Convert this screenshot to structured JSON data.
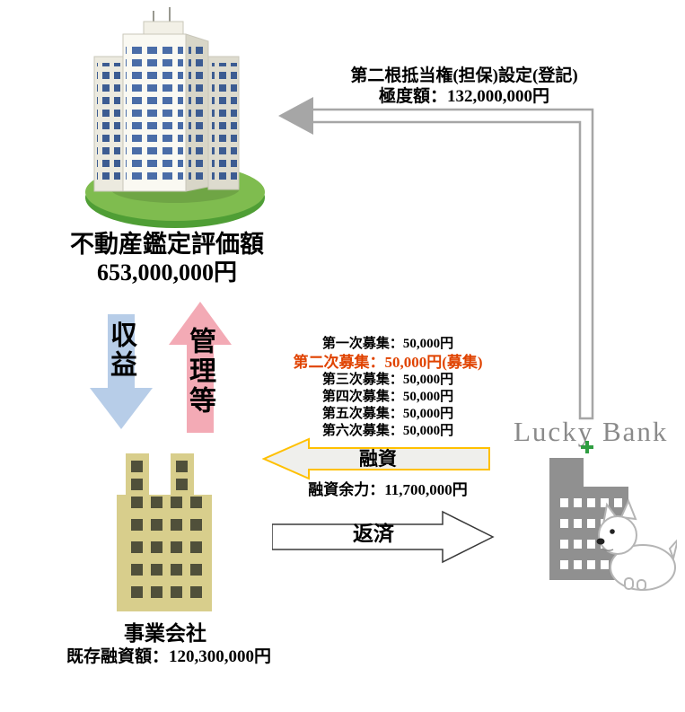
{
  "property": {
    "appraisal_title": "不動産鑑定評価額",
    "appraisal_value": "653,000,000円"
  },
  "second_mortgage": {
    "line1": "第二根抵当権(担保)設定(登記)",
    "line2": "極度額：132,000,000円"
  },
  "cashflow": {
    "revenue_label": "収益",
    "management_label": "管理等"
  },
  "offerings": {
    "items": [
      {
        "text": "第一次募集：50,000円",
        "highlighted": false
      },
      {
        "text": "第二次募集：50,000円(募集)",
        "highlighted": true
      },
      {
        "text": "第三次募集：50,000円",
        "highlighted": false
      },
      {
        "text": "第四次募集：50,000円",
        "highlighted": false
      },
      {
        "text": "第五次募集：50,000円",
        "highlighted": false
      },
      {
        "text": "第六次募集：50,000円",
        "highlighted": false
      }
    ]
  },
  "loan": {
    "label": "融資",
    "capacity": "融資余力：11,700,000円"
  },
  "repayment": {
    "label": "返済"
  },
  "bank": {
    "name": "Lucky Bank"
  },
  "company": {
    "name": "事業会社",
    "existing_loan": "既存融資額：120,300,000円"
  },
  "colors": {
    "revenue_arrow_blue": "#b7cde8",
    "management_arrow_pink": "#f3aab5",
    "mortgage_arrow_gray": "#a6a6a6",
    "loan_arrow_border_yellow": "#ffc000",
    "highlight_red": "#e04300",
    "bank_building_gray": "#909090",
    "company_building_yellow": "#d8ce8c",
    "base_green": "#7fbc4f"
  }
}
